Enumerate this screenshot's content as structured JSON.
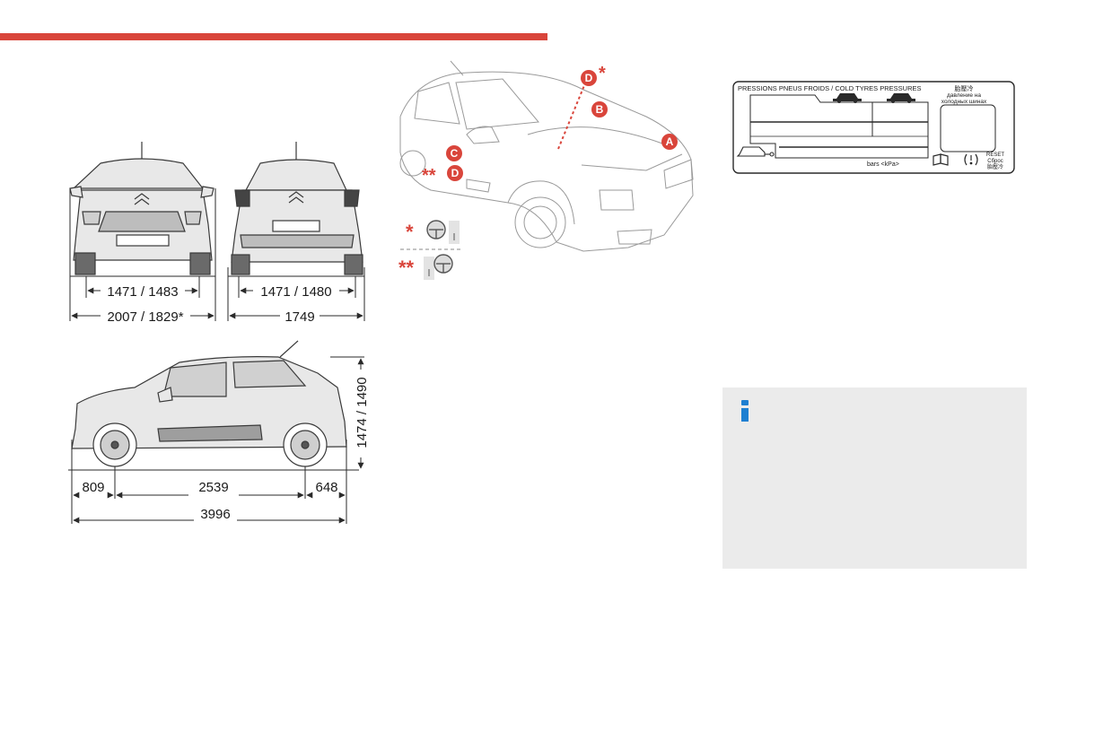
{
  "colors": {
    "accent": "#d9453b",
    "info_icon": "#1e7fd1",
    "info_bg": "#ebebeb",
    "line": "#2a2a2a",
    "car_fill": "#e8e8e8",
    "car_stroke": "#3a3a3a",
    "faint_stroke": "#9a9a9a"
  },
  "dimensions": {
    "front_track": "1471 / 1483",
    "front_width": "2007 / 1829*",
    "rear_track": "1471 / 1480",
    "rear_width": "1749",
    "height": "1474 / 1490",
    "front_overhang": "809",
    "wheelbase": "2539",
    "rear_overhang": "648",
    "length": "3996"
  },
  "callouts": {
    "a": "A",
    "b": "B",
    "c": "C",
    "d_top": "D",
    "d_top_mark": "*",
    "d_side": "D",
    "d_side_mark": "**"
  },
  "legend": {
    "single_mark": "*",
    "double_mark": "**"
  },
  "tyre_label": {
    "title": "PRESSIONS PNEUS FROIDS / COLD TYRES PRESSURES",
    "cjk": "胎壓冷",
    "ru_line1": "давление на",
    "ru_line2": "холодных шинах",
    "units": "bars  <kPa>",
    "reset": "RESET",
    "reset_ru": "Сброс",
    "reset_cjk": "胎壓冷"
  }
}
